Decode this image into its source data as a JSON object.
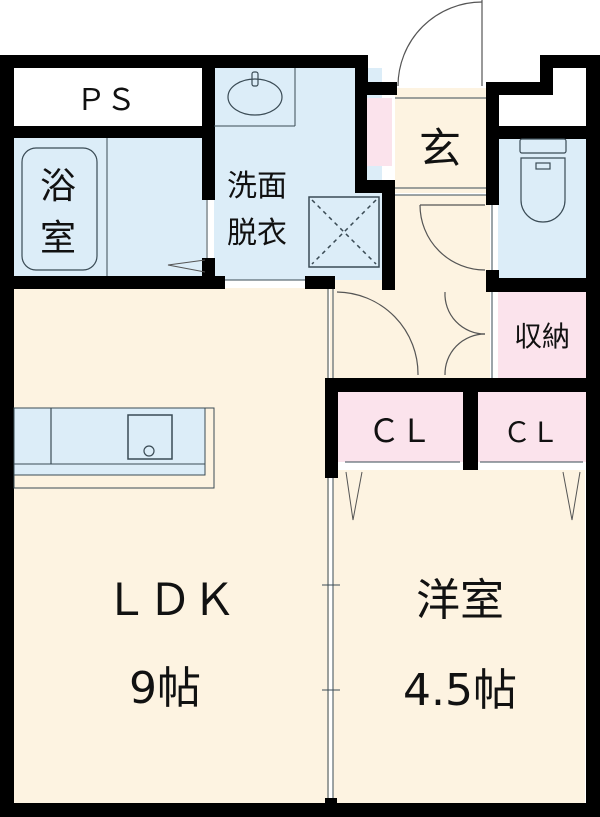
{
  "floorplan": {
    "colors": {
      "wall": "#000000",
      "wet_area": "#dcedf8",
      "living": "#fdf3e1",
      "storage": "#fbe3ec",
      "outside": "#ffffff",
      "fixture_line": "#3a4b55"
    },
    "rooms": {
      "ps": "ＰＳ",
      "bath_line1": "浴",
      "bath_line2": "室",
      "washroom_line1": "洗面",
      "washroom_line2": "脱衣",
      "entrance": "玄",
      "storage": "収納",
      "closet_1": "ＣＬ",
      "closet_2": "ＣＬ",
      "ldk_name": "ＬＤＫ",
      "ldk_size": "9帖",
      "western_name": "洋室",
      "western_size": "4.5帖"
    }
  }
}
